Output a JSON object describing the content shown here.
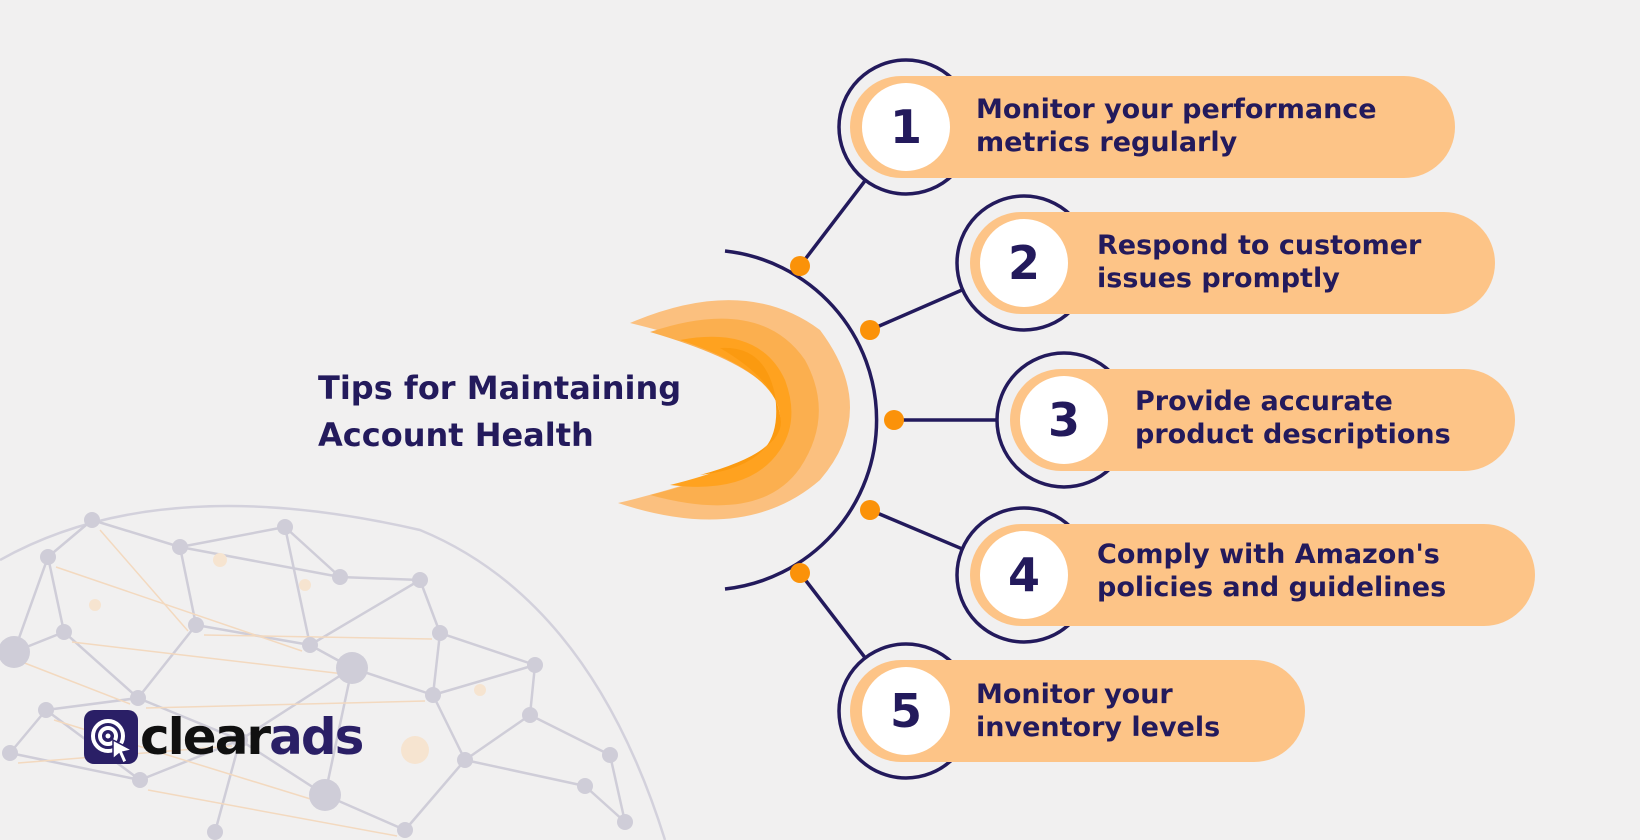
{
  "title_lines": [
    "Tips for Maintaining",
    "Account Health"
  ],
  "tips": [
    {
      "number": "1",
      "lines": [
        "Monitor your performance",
        "metrics regularly"
      ]
    },
    {
      "number": "2",
      "lines": [
        "Respond to customer",
        "issues promptly"
      ]
    },
    {
      "number": "3",
      "lines": [
        "Provide accurate",
        "product descriptions"
      ]
    },
    {
      "number": "4",
      "lines": [
        "Comply with Amazon's",
        "policies and guidelines"
      ]
    },
    {
      "number": "5",
      "lines": [
        "Monitor your",
        "inventory levels"
      ]
    }
  ],
  "brand": {
    "part1": "clear",
    "part2": "ads"
  },
  "colors": {
    "navy": "#231a5c",
    "orange": "#ffa21f",
    "orange_dark": "#fb9209",
    "pill": "#fdc487",
    "background": "#f1f0f0"
  }
}
